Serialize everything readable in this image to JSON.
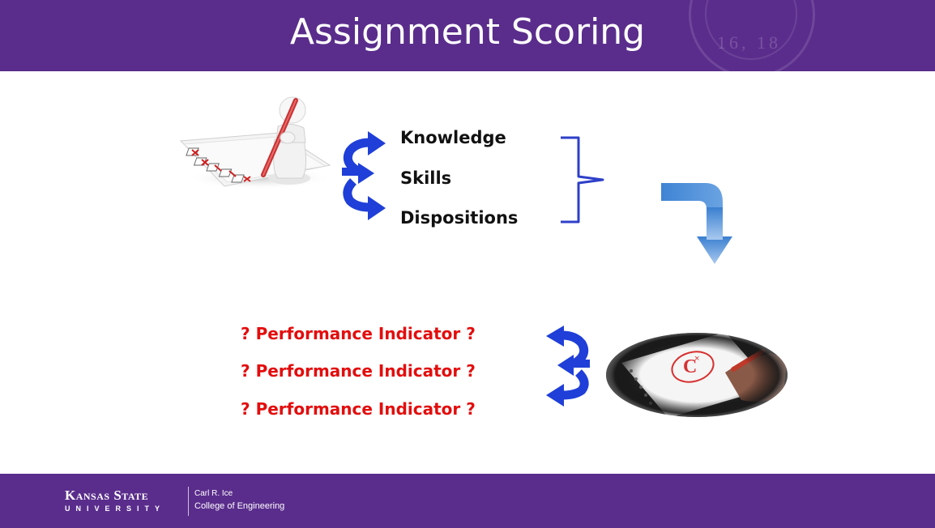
{
  "slide": {
    "title": "Assignment Scoring"
  },
  "attributes": {
    "items": [
      "Knowledge",
      "Skills",
      "Dispositions"
    ]
  },
  "indicators": {
    "items": [
      "? Performance Indicator ?",
      "? Performance Indicator ?",
      "? Performance Indicator ?"
    ]
  },
  "footer": {
    "university_main": "Kansas State",
    "university_sub": "UNIVERSITY",
    "college_line1": "Carl R. Ice",
    "college_line2": "College of Engineering"
  },
  "seal": {
    "text": "16, 18"
  },
  "colors": {
    "brand_purple": "#5a2d8c",
    "cycle_arrow_blue": "#1f3fd8",
    "bracket_blue": "#2e3fc9",
    "flow_arrow_blue": "#5b9bd5",
    "indicator_red": "#e30d0d"
  },
  "icons": {
    "checklist": "person-checklist-icon",
    "graded_paper": "graded-paper-icon",
    "cycle_top": "cycle-arrows-icon",
    "cycle_bottom": "cycle-arrows-icon",
    "bracket": "bracket-icon",
    "flow_arrow": "turn-down-arrow-icon"
  }
}
